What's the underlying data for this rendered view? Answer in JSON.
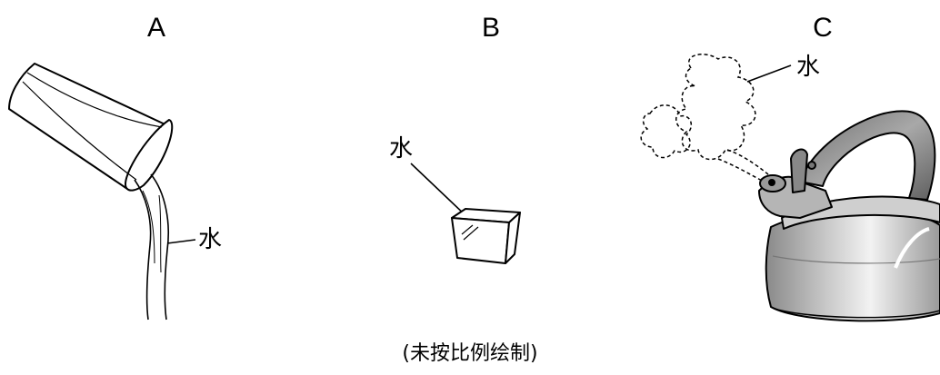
{
  "panels": [
    {
      "letter": "A",
      "annotation": "水"
    },
    {
      "letter": "B",
      "annotation": "水"
    },
    {
      "letter": "C",
      "annotation": "水"
    }
  ],
  "caption": "(未按比例绘制)"
}
